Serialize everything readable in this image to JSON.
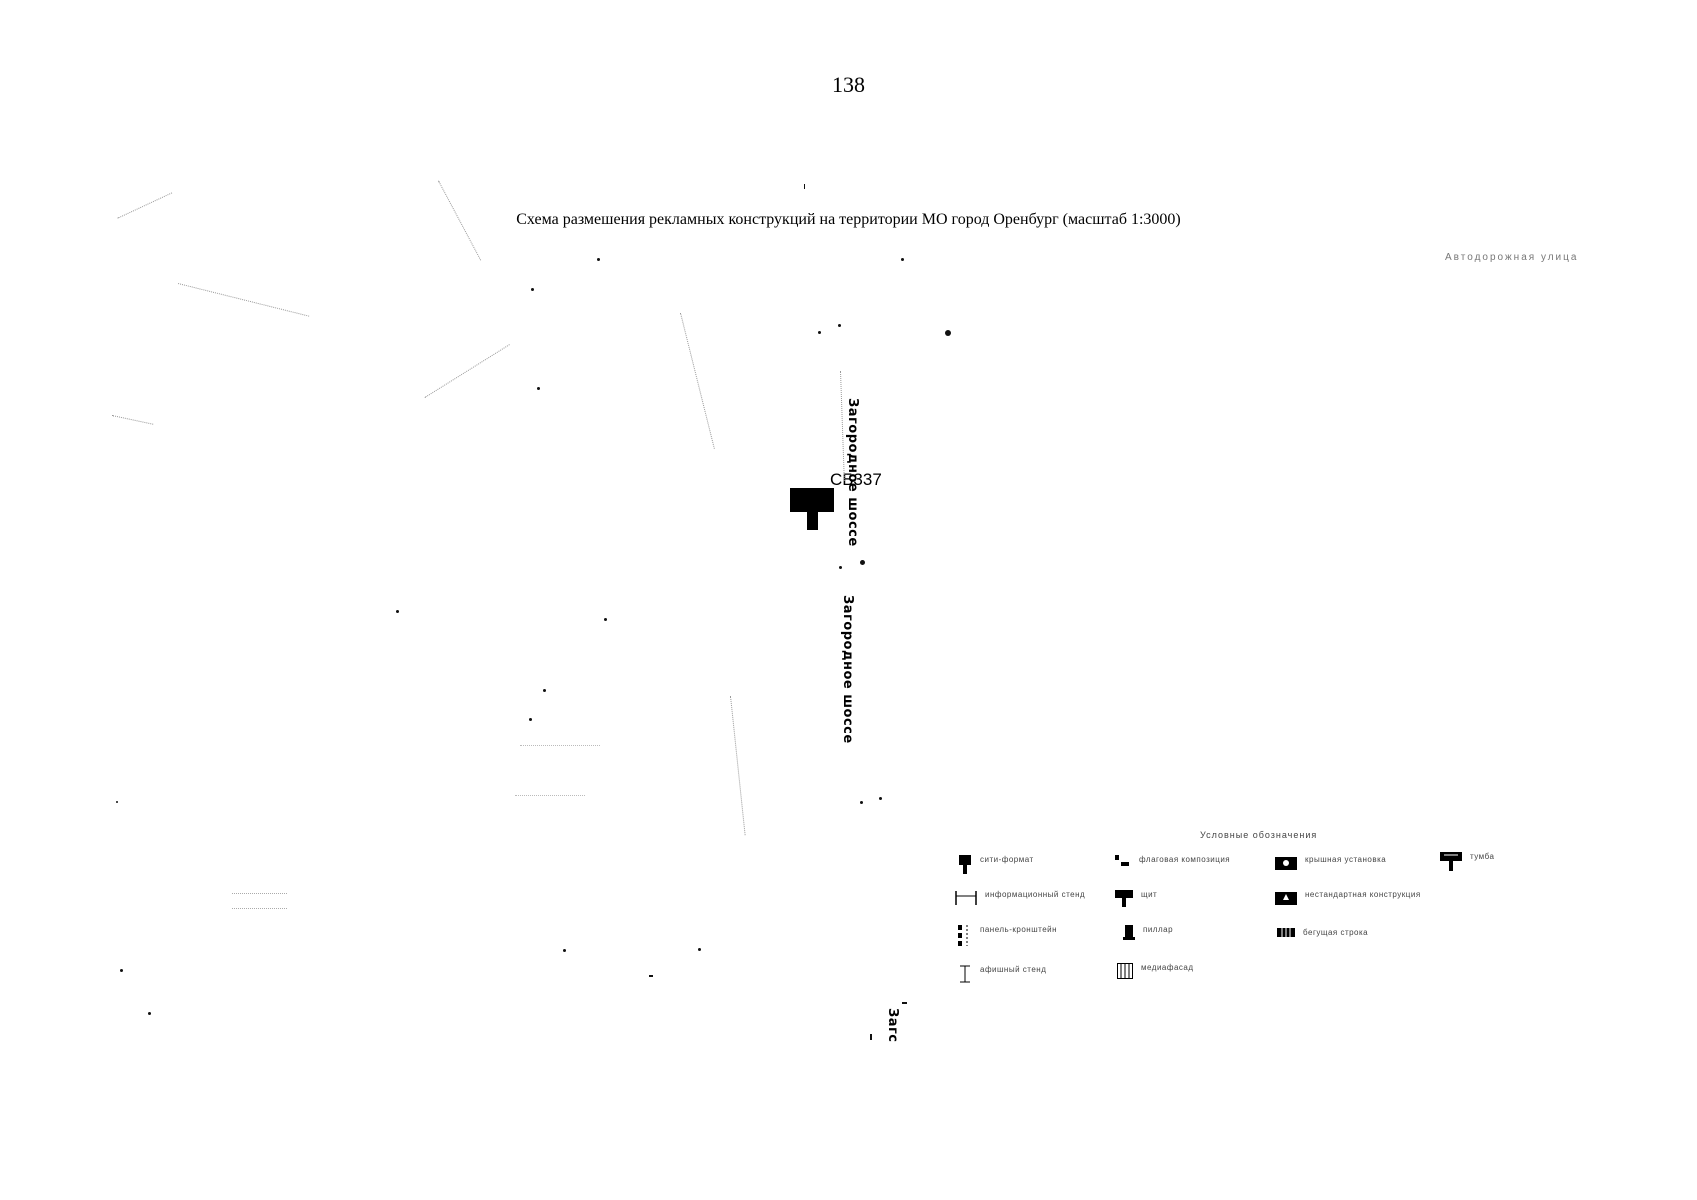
{
  "page_number": "138",
  "map_title": "Схема размешения рекламных конструкций на территории МО город Оренбург (масштаб 1:3000)",
  "board": {
    "code": "CБ337"
  },
  "streets": {
    "zagorodnoe_1": "Загородное шоссе",
    "zagorodnoe_2": "Загородное шоссе",
    "zagorodnoe_3": "Загс",
    "north_right": "Автодорожная улица"
  },
  "legend": {
    "title": "Условные обозначения",
    "items": [
      {
        "icon": "billboard-sity-icon",
        "label": "сити-формат"
      },
      {
        "icon": "flag-icon",
        "label": "флаговая композиция"
      },
      {
        "icon": "roof-installation-icon",
        "label": "крышная установка"
      },
      {
        "icon": "gallery-icon",
        "label": "тумба"
      },
      {
        "icon": "info-stand-icon",
        "label": "информационный стенд"
      },
      {
        "icon": "billboard-icon",
        "label": "щит"
      },
      {
        "icon": "non-standard-construction-icon",
        "label": "нестандартная конструкция"
      },
      {
        "icon": "pillar-icon",
        "label": "пиллар"
      },
      {
        "icon": "panel-bracket-icon",
        "label": "панель-кронштейн"
      },
      {
        "icon": "running-line-icon",
        "label": "бегущая строка"
      },
      {
        "icon": "poster-stand-icon",
        "label": "афишный стенд"
      },
      {
        "icon": "media-facade-icon",
        "label": "медиафасад"
      }
    ]
  },
  "colors": {
    "ink": "#000000",
    "faint": "#777777",
    "background": "#ffffff"
  }
}
